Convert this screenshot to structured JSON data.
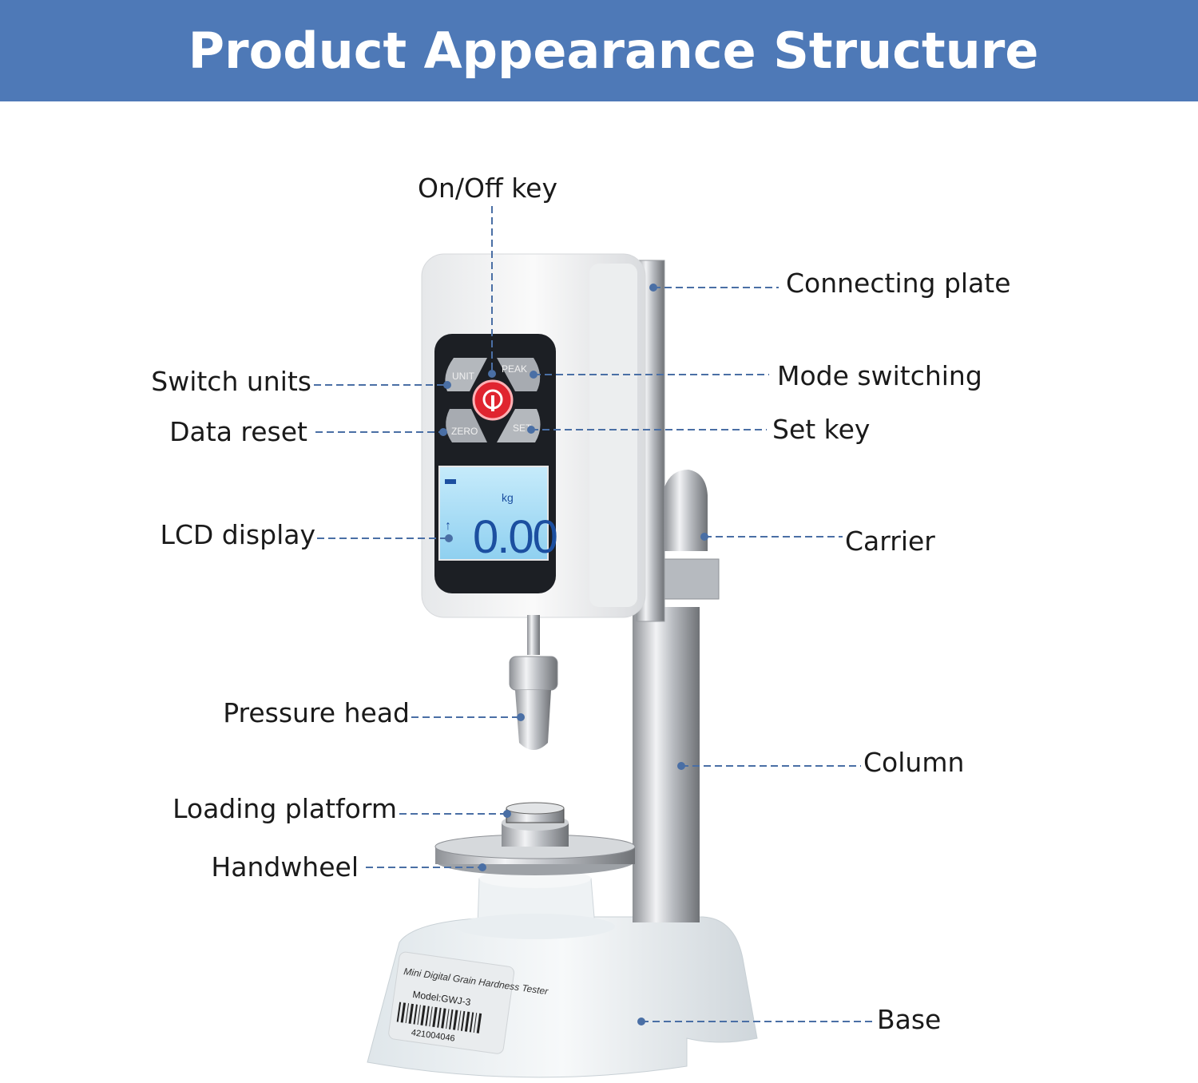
{
  "header": {
    "title": "Product Appearance Structure"
  },
  "colors": {
    "header_bg": "#4e79b7",
    "leader_line": "#4a6fa5",
    "lcd_bg": "#a9dcf5",
    "power_button": "#e0242f"
  },
  "callouts": {
    "on_off_key": "On/Off key",
    "connecting_plate": "Connecting plate",
    "switch_units": "Switch units",
    "mode_switching": "Mode switching",
    "data_reset": "Data reset",
    "set_key": "Set key",
    "lcd_display": "LCD display",
    "carrier": "Carrier",
    "pressure_head": "Pressure head",
    "column": "Column",
    "loading_platform": "Loading platform",
    "handwheel": "Handwheel",
    "base": "Base"
  },
  "device": {
    "keys": {
      "unit": "UNIT",
      "peak": "PEAK",
      "zero": "ZERO",
      "set": "SET"
    },
    "lcd": {
      "unit": "kg",
      "reading": "0.00"
    },
    "base_label": {
      "name": "Mini Digital Grain Hardness Tester",
      "model": "Model:GWJ-3",
      "barcode_number": "421004046"
    }
  }
}
